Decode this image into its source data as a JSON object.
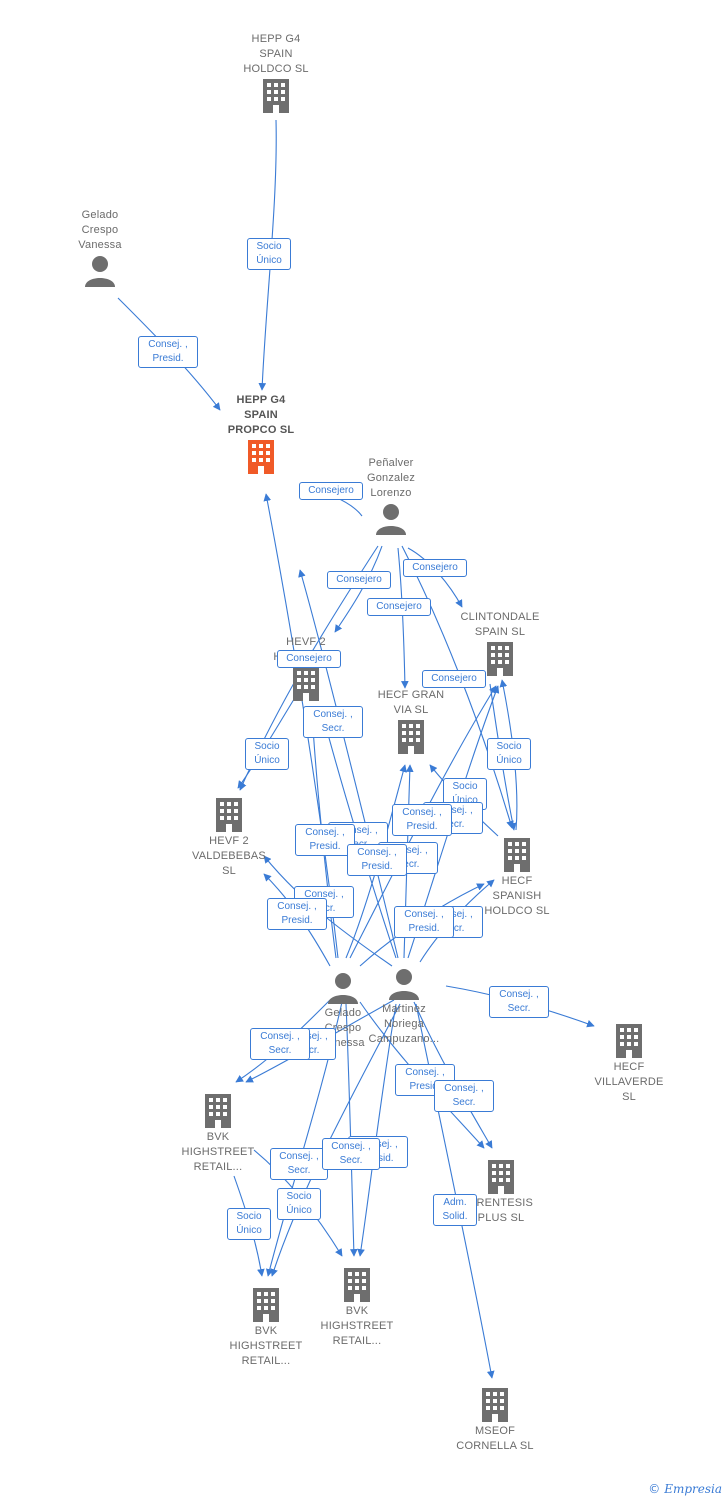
{
  "colors": {
    "edge": "#3a7bd5",
    "company": "#6e6e6e",
    "main_company": "#f05a28",
    "person": "#6e6e6e"
  },
  "nodes": {
    "hepp_g4_spain_holdco": {
      "label": "HEPP G4\nSPAIN\nHOLDCO  SL",
      "icon": "building-icon"
    },
    "gelado_top": {
      "label": "Gelado\nCrespo\nVanessa",
      "icon": "person-icon"
    },
    "hepp_g4_spain_propco": {
      "label": "HEPP G4\nSPAIN\nPROPCO  SL",
      "icon": "building-icon"
    },
    "penalver": {
      "label": "Peñalver\nGonzalez\nLorenzo",
      "icon": "person-icon"
    },
    "clintondale": {
      "label": "CLINTONDALE\nSPAIN  SL",
      "icon": "building-icon"
    },
    "hevf2_holdco": {
      "label": "HEVF 2\nHOLDCO  SL",
      "icon": "building-icon"
    },
    "hecf_gran_via": {
      "label": "HECF GRAN\nVIA  SL",
      "icon": "building-icon"
    },
    "hevf2_valdebebas": {
      "label": "HEVF 2\nVALDEBEBAS\nSL",
      "icon": "building-icon"
    },
    "hecf_spanish_holdco": {
      "label": "HECF\nSPANISH\nHOLDCO  SL",
      "icon": "building-icon"
    },
    "gelado_mid": {
      "label": "Gelado\nCrespo\nVanessa",
      "icon": "person-icon"
    },
    "martinez": {
      "label": "Martinez\nNoriega\nCampuzano...",
      "icon": "person-icon"
    },
    "hecf_villaverde": {
      "label": "HECF\nVILLAVERDE\nSL",
      "icon": "building-icon"
    },
    "bvk_a": {
      "label": "BVK\nHIGHSTREET\nRETAIL...",
      "icon": "building-icon"
    },
    "arentesis": {
      "label": "ARENTESIS\nPLUS SL",
      "icon": "building-icon"
    },
    "bvk_b": {
      "label": "BVK\nHIGHSTREET\nRETAIL...",
      "icon": "building-icon"
    },
    "bvk_c": {
      "label": "BVK\nHIGHSTREET\nRETAIL...",
      "icon": "building-icon"
    },
    "mseof": {
      "label": "MSEOF\nCORNELLA SL",
      "icon": "building-icon"
    }
  },
  "tags": {
    "t01": "Socio\nÚnico",
    "t02": "Consej. ,\nPresid.",
    "t03": "Consejero",
    "t04": "Consejero",
    "t05": "Consejero",
    "t06": "Consejero",
    "t07": "Consejero",
    "t08": "Consejero",
    "t09": "Consej. ,\nSecr.",
    "t10": "Socio\nÚnico",
    "t11": "Socio\nÚnico",
    "t12": "Socio\nÚnico",
    "t13": "Consej. ,\nSecr.",
    "t14": "Consej. ,\nPresid.",
    "t15": "Consej. ,\nSecr.",
    "t16": "Consej. ,\nPresid.",
    "t17": "Consej. ,\nSecr.",
    "t18": "Consej. ,\nPresid.",
    "t19": "Consej. ,\nSecr.",
    "t20": "Consej. ,\nPresid.",
    "t21": "Consej. ,\nSecr.",
    "t22": "Consej. ,\nSecr.",
    "t23": "Consej. ,\nSecr.",
    "t24": "Consej. ,\nPresid.",
    "t25": "Consej. ,\nPresid.",
    "t26": "Consej. ,\nSecr.",
    "t27": "Consej. ,\nSecr.",
    "t28": "Consej. ,\nPresid.",
    "t29": "Consej. ,\nSecr.",
    "t30": "Socio\nÚnico",
    "t31": "Socio\nÚnico",
    "t32": "Adm.\nSolid."
  },
  "brand": {
    "copyright": "©",
    "name": "Empresia"
  }
}
